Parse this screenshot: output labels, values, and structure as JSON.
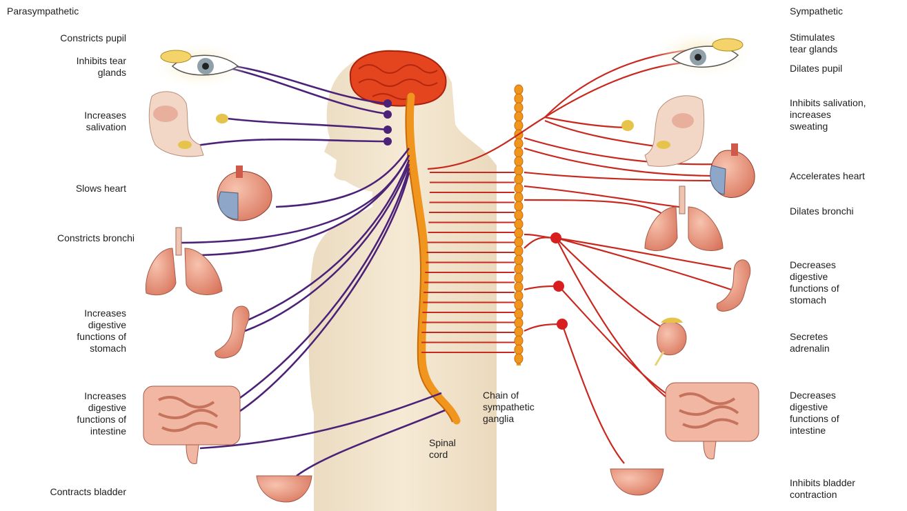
{
  "headings": {
    "left": "Parasympathetic",
    "right": "Sympathetic"
  },
  "left_labels": [
    "Constricts pupil",
    "Inhibits tear\nglands",
    "Increases\nsalivation",
    "Slows heart",
    "Constricts bronchi",
    "Increases\ndigestive\nfunctions of\nstomach",
    "Increases\ndigestive\nfunctions of\nintestine",
    "Contracts bladder"
  ],
  "right_labels": [
    "Stimulates\ntear glands",
    "Dilates pupil",
    "Inhibits salivation,\nincreases\nsweating",
    "Accelerates heart",
    "Dilates bronchi",
    "Decreases\ndigestive\nfunctions of\nstomach",
    "Secretes\nadrenalin",
    "Decreases\ndigestive\nfunctions of\nintestine",
    "Inhibits bladder\ncontraction"
  ],
  "center_labels": {
    "chain": "Chain of\nsympathetic\nganglia",
    "spinal": "Spinal\ncord"
  },
  "colors": {
    "parasympathetic": "#4b2277",
    "sympathetic": "#c8281e",
    "spinal_cord": "#f0961e",
    "body": "#f3e6cf",
    "organ": "#e9957d",
    "brain": "#e4441e"
  }
}
